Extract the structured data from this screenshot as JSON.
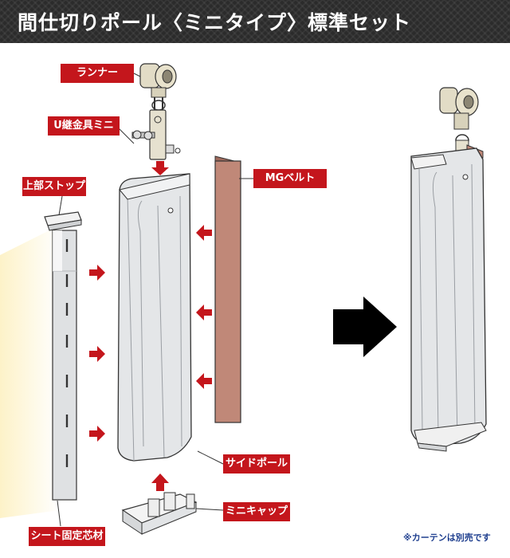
{
  "title": "間仕切りポール〈ミニタイプ〉標準セット",
  "labels": {
    "runner": "ランナー",
    "u_fitting": "U継金具ミニ",
    "top_stop": "上部ストップ",
    "mg_belt": "MGベルト",
    "side_pole": "サイドポール",
    "mini_cap": "ミニキャップ",
    "sheet_core": "シート固定芯材"
  },
  "note": "※カーテンは別売です",
  "colors": {
    "label_red": "#c4161c",
    "title_bg": "#2b2b2b",
    "belt": "#c08878",
    "pole": "#e4e6e8",
    "arrow_black": "#000000",
    "note_blue": "#1f3f8f",
    "light_glow": "#fdf2c8"
  }
}
